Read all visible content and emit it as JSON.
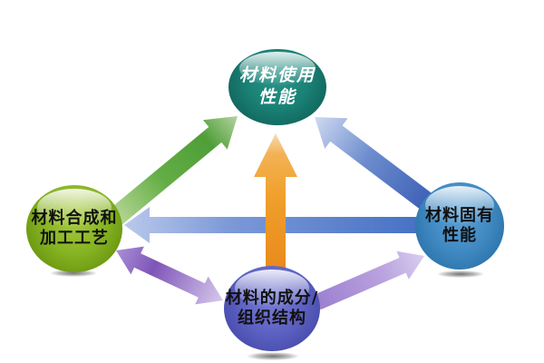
{
  "diagram": {
    "title": "material-properties-relationship-diagram",
    "background_color": "#ffffff",
    "nodes": {
      "top": {
        "line1": "材料使用",
        "line2": "性能",
        "color": "#17796e",
        "text_color": "#ffffff"
      },
      "left": {
        "line1": "材料合成和",
        "line2": "加工工艺",
        "color": "#86b322",
        "text_color": "#111111"
      },
      "right": {
        "line1": "材料固有",
        "line2": "性能",
        "color": "#4089c2",
        "text_color": "#111111"
      },
      "bottom": {
        "line1": "材料的成分/",
        "line2": "组织结构",
        "color": "#5d61c2",
        "text_color": "#111111"
      }
    },
    "arrows": [
      {
        "name": "left-to-top",
        "from": "left",
        "to": "top",
        "color": "#58a73e",
        "heads": "single"
      },
      {
        "name": "bottom-to-top",
        "from": "bottom",
        "to": "top",
        "color": "#ef9f2a",
        "heads": "single"
      },
      {
        "name": "right-to-top",
        "from": "right",
        "to": "top",
        "color": "#3d63b8",
        "heads": "single"
      },
      {
        "name": "right-to-left",
        "from": "right",
        "to": "left",
        "color": "#4673c6",
        "heads": "single"
      },
      {
        "name": "left-bottom-bidirectional",
        "from": "left",
        "to": "bottom",
        "color": "#7e55b8",
        "heads": "double"
      },
      {
        "name": "bottom-to-right",
        "from": "bottom",
        "to": "right",
        "color": "#9c80d0",
        "heads": "single"
      }
    ]
  }
}
